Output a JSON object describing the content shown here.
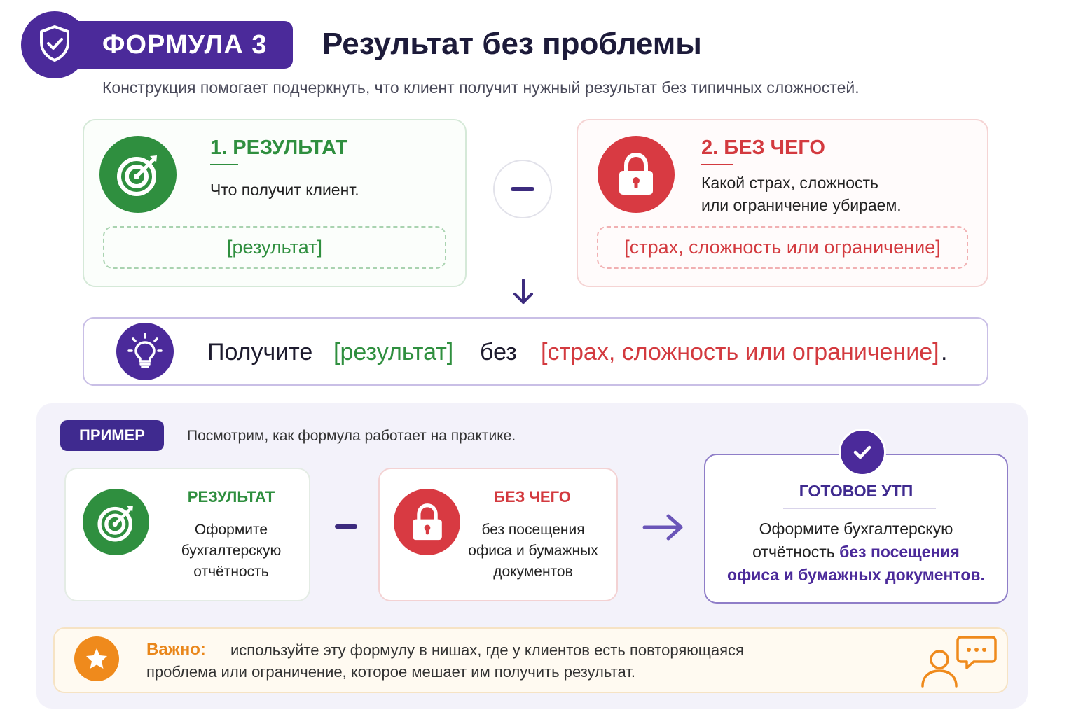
{
  "header": {
    "badge_label": "ФОРМУЛА 3",
    "title": "Результат без проблемы",
    "subtitle": "Конструкция помогает подчеркнуть, что клиент получит нужный результат без типичных сложностей."
  },
  "card_result": {
    "heading": "1. РЕЗУЛЬТАТ",
    "description": "Что получит клиент.",
    "placeholder": "[результат]"
  },
  "card_without": {
    "heading": "2. БЕЗ ЧЕГО",
    "description_line1": "Какой страх, сложность",
    "description_line2": "или ограничение убираем.",
    "placeholder": "[страх, сложность или ограничение]"
  },
  "formula": {
    "word1": "Получите",
    "part_result": "[результат]",
    "word2": "без",
    "part_without": "[страх, сложность или ограничение]",
    "period": "."
  },
  "example": {
    "badge": "ПРИМЕР",
    "intro": "Посмотрим, как формула работает на практике.",
    "result_heading": "РЕЗУЛЬТАТ",
    "result_lines": [
      "Оформите",
      "бухгалтерскую",
      "отчётность"
    ],
    "without_heading": "БЕЗ ЧЕГО",
    "without_lines": [
      "без посещения",
      "офиса и бумажных",
      "документов"
    ],
    "ready_heading": "ГОТОВОЕ УТП",
    "ready_line1": "Оформите бухгалтерскую",
    "ready_line2_plain": "отчётность ",
    "ready_line2_bold": "без посещения",
    "ready_line3_bold": "офиса и бумажных документов."
  },
  "important": {
    "label": "Важно:",
    "line1": "используйте эту формулу в нишах, где у клиентов есть повторяющаяся",
    "line2": "проблема или ограничение, которое мешает им получить результат."
  },
  "colors": {
    "purple": "#4b2a9a",
    "green": "#2f8f3f",
    "red": "#d33a3f",
    "orange": "#ef8a1c"
  }
}
